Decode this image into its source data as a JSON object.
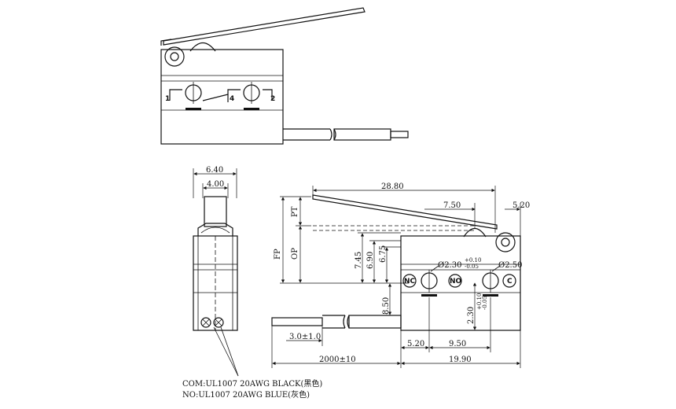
{
  "top_view": {
    "terminal_labels": [
      "1",
      "4",
      "2"
    ]
  },
  "side_view": {
    "dims": {
      "width_outer": "6.40",
      "width_inner": "4.00"
    }
  },
  "front_view": {
    "dims": {
      "lever_length": "28.80",
      "dim_750": "7.50",
      "dim_520_top": "5.20",
      "pt": "PT",
      "op": "OP",
      "fp": "FP",
      "dim_745": "7.45",
      "dim_690": "6.90",
      "dim_675": "6.75",
      "dim_850": "8.50",
      "hole_left": "Ø2.30",
      "hole_left_tol_up": "+0.10",
      "hole_left_tol_dn": "-0.05",
      "hole_right": "Ø2.50",
      "dim_230": "2.30",
      "dim_230_tol_up": "+0.10",
      "dim_230_tol_dn": "-0.05",
      "cable_offset": "3.0±1.0",
      "dim_520_bottom": "5.20",
      "dim_950": "9.50",
      "cable_length": "2000±10",
      "body_length": "19.90"
    },
    "terminals": [
      "NC",
      "NO",
      "C"
    ]
  },
  "notes": {
    "com": "COM:UL1007 20AWG BLACK(黑色)",
    "no": "NO:UL1007 20AWG BLUE(灰色)"
  }
}
